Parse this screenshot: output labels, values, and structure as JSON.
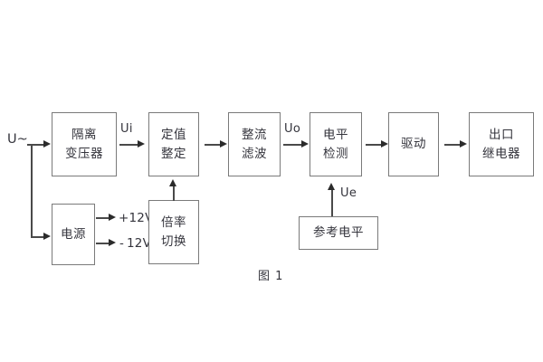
{
  "figure": {
    "caption": "图 1",
    "background_color": "#ffffff",
    "box_border_color": "#7a7a7a",
    "wire_color": "#4a4a4a",
    "text_color": "#34343c"
  },
  "blocks": [
    {
      "id": "isolation-transformer",
      "lines": [
        "隔离",
        "变压器"
      ]
    },
    {
      "id": "setting-value",
      "lines": [
        "定值",
        "整定"
      ]
    },
    {
      "id": "rectify-filter",
      "lines": [
        "整流",
        "滤波"
      ]
    },
    {
      "id": "level-detect",
      "lines": [
        "电平",
        "检测"
      ]
    },
    {
      "id": "drive",
      "lines": [
        "驱动"
      ]
    },
    {
      "id": "output-relay",
      "lines": [
        "出口",
        "继电器"
      ]
    },
    {
      "id": "power-supply",
      "lines": [
        "电源"
      ]
    },
    {
      "id": "ratio-switch",
      "lines": [
        "倍率",
        "切换"
      ]
    },
    {
      "id": "reference-level",
      "lines": [
        "参考电平"
      ]
    }
  ],
  "signals": {
    "source": "U~",
    "ui": "Ui",
    "uo": "Uo",
    "ue": "Ue",
    "rail_positive": "+12V",
    "rail_negative": "12V",
    "rail_negative_sign": "-"
  }
}
